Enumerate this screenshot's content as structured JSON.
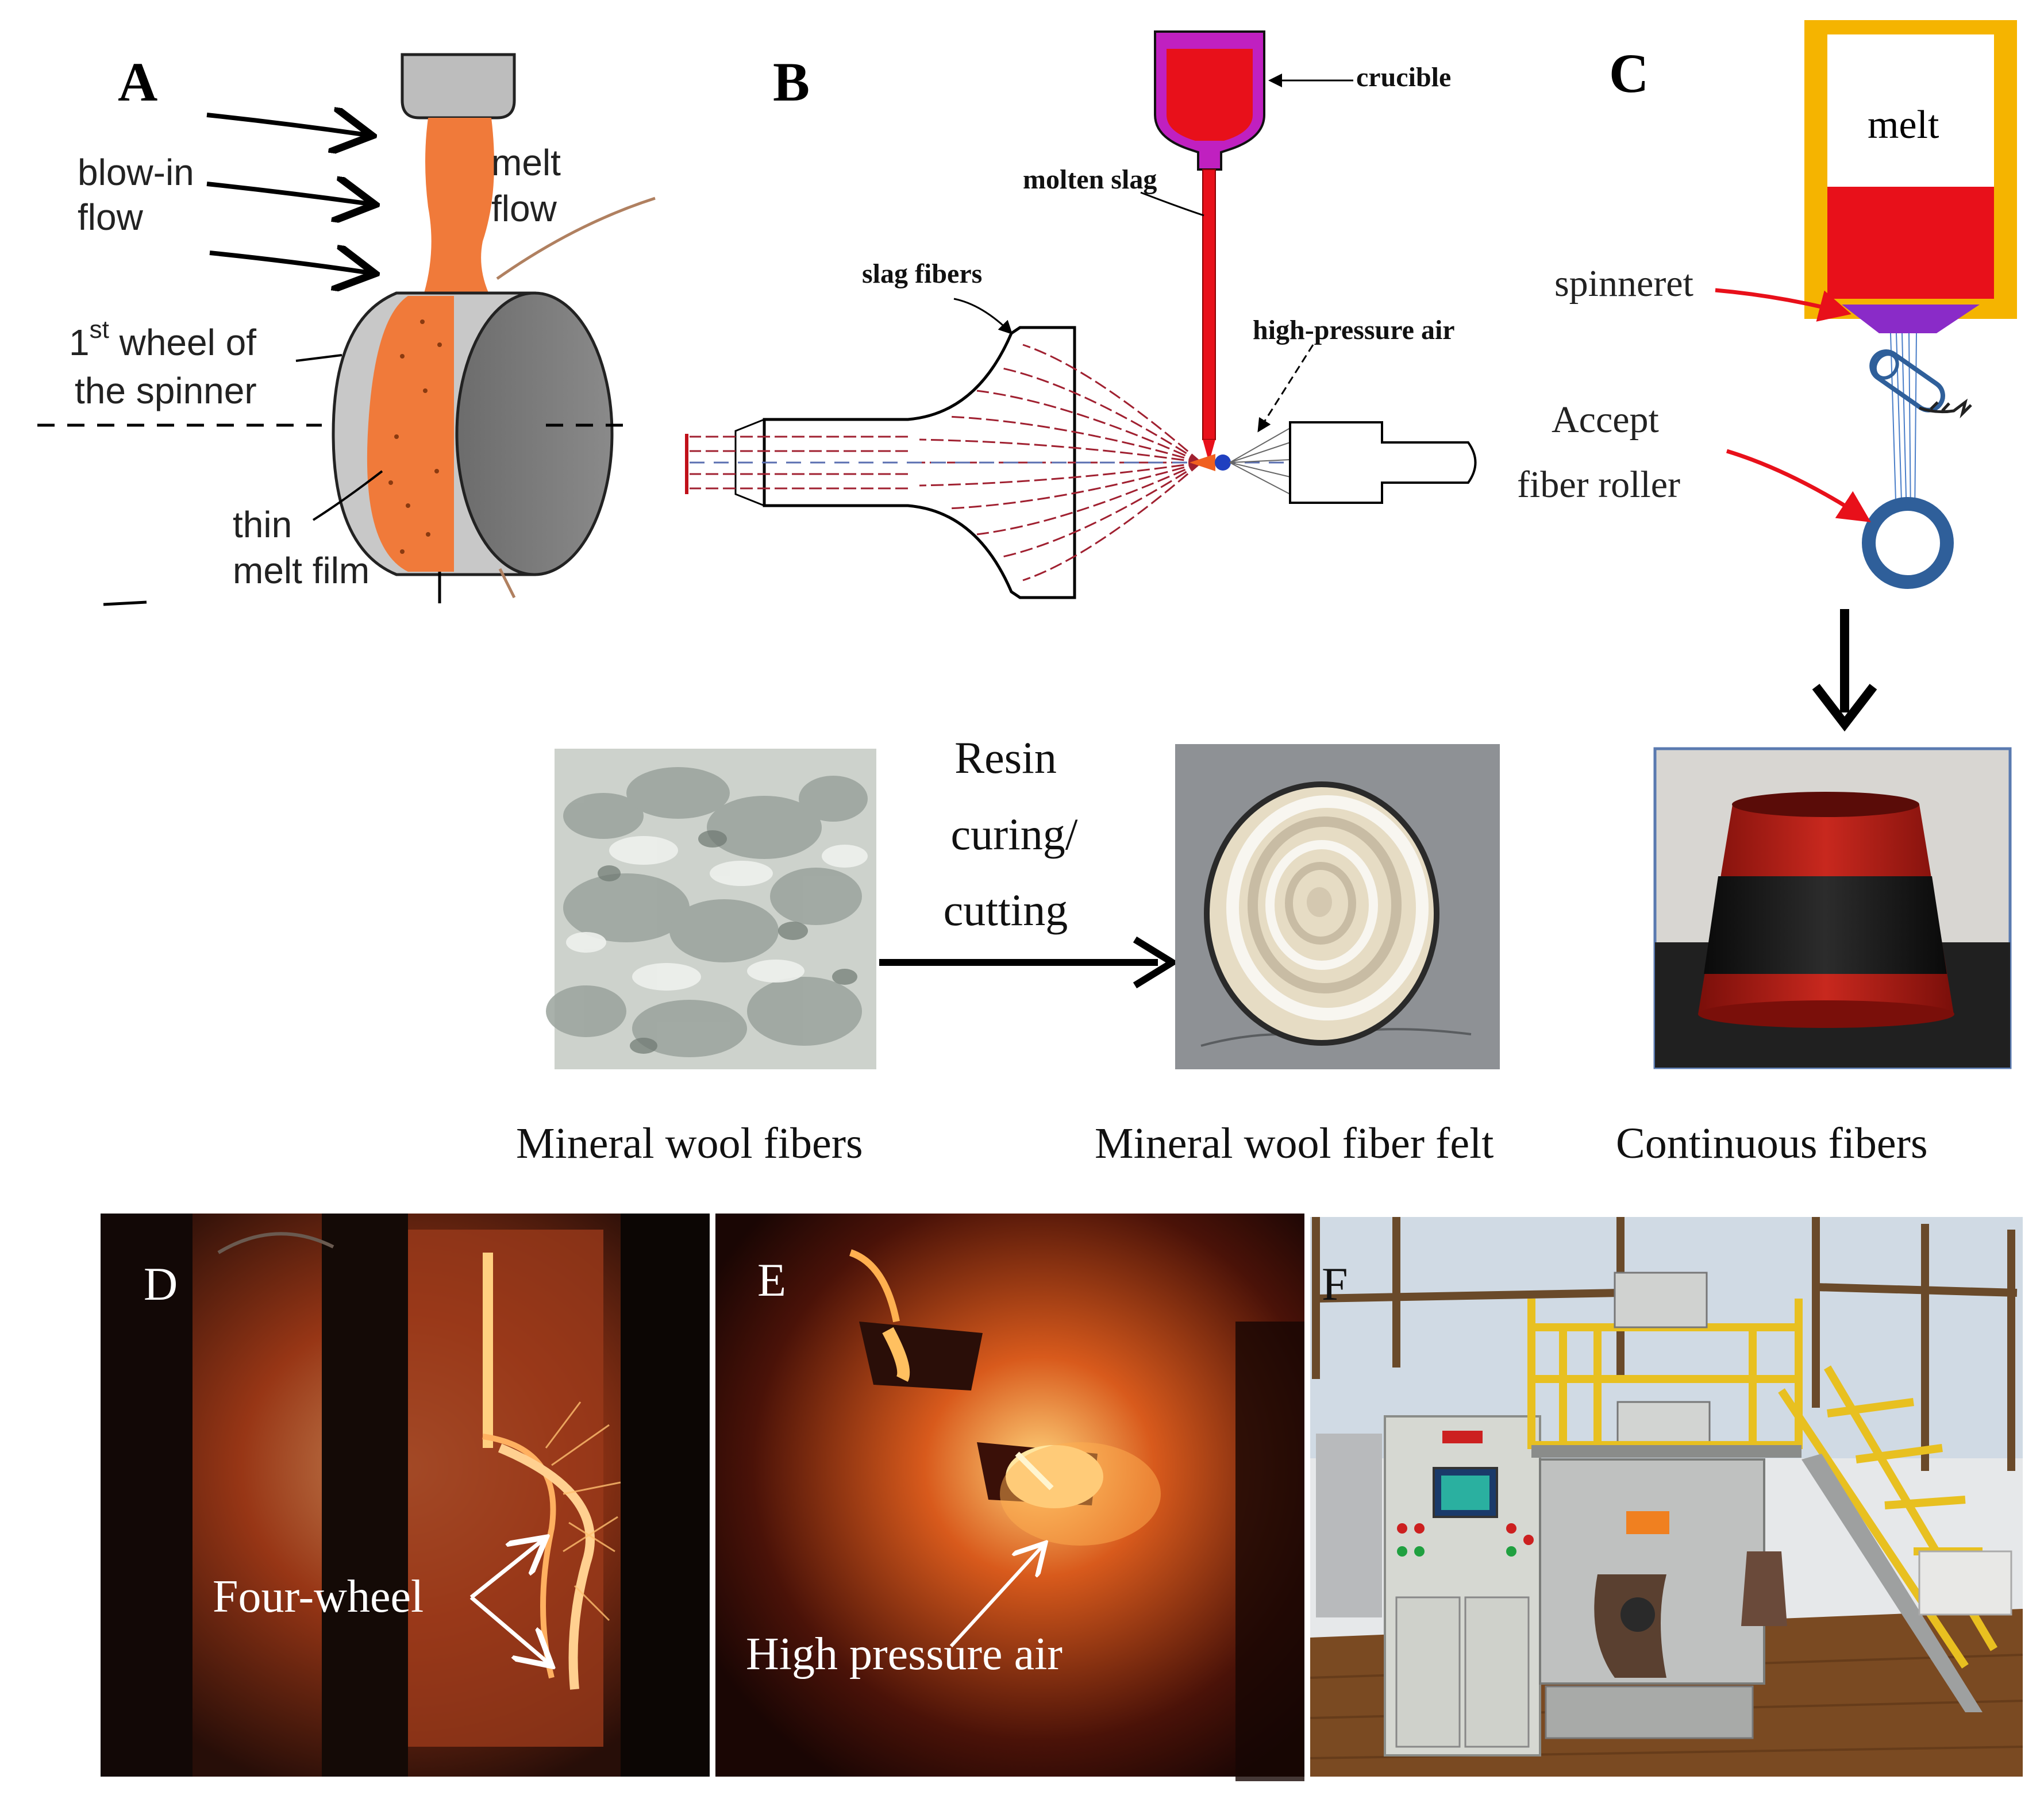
{
  "panels": {
    "A": {
      "letter": "A",
      "blow_in": "blow-in",
      "flow": "flow",
      "melt": "melt",
      "melt_flow": "flow",
      "wheel_sup": "st",
      "wheel_rest": " wheel of",
      "wheel_num": "1",
      "spinner": "the spinner",
      "thin": "thin",
      "film": "melt film"
    },
    "B": {
      "letter": "B",
      "crucible": "crucible",
      "molten_slag": "molten slag",
      "slag_fibers": "slag fibers",
      "air": "high-pressure air"
    },
    "C": {
      "letter": "C",
      "melt": "melt",
      "spinneret": "spinneret",
      "accept": "Accept",
      "roller": "fiber roller"
    },
    "D": {
      "letter": "D",
      "label": "Four-wheel"
    },
    "E": {
      "letter": "E",
      "label": "High pressure air"
    },
    "F": {
      "letter": "F"
    }
  },
  "process": {
    "step1": "Resin",
    "step2": "curing/",
    "step3": "cutting"
  },
  "captions": {
    "wool": "Mineral wool fibers",
    "felt": "Mineral wool fiber felt",
    "continuous": "Continuous fibers"
  },
  "colors": {
    "melt_orange": "#f07a3a",
    "crucible_magenta": "#c020c0",
    "molten_red": "#e8101a",
    "furnace_gold": "#f5b400",
    "spinneret_purple": "#8a2bc8",
    "roller_blue": "#2f5f9a"
  }
}
